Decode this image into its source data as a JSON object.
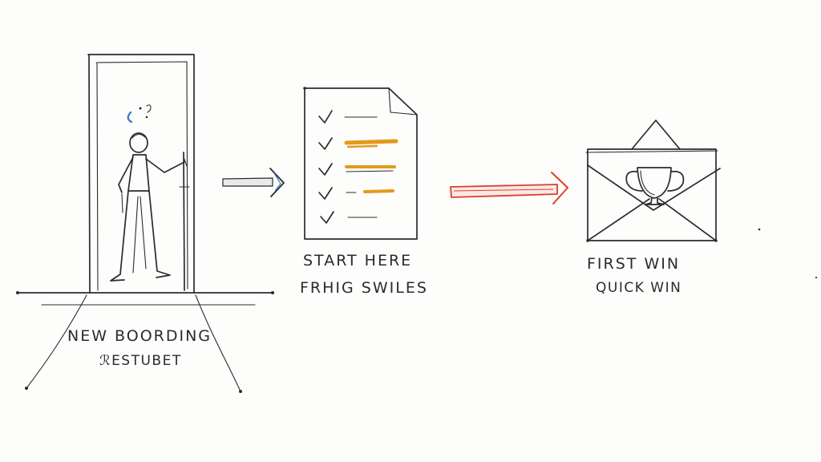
{
  "stages": [
    {
      "id": "door",
      "title": "NEW BOORDING",
      "subtitle": "ℛESTUBET"
    },
    {
      "id": "checklist",
      "title": "START HERE",
      "subtitle": "FRHIG SWILES"
    },
    {
      "id": "trophy",
      "title": "FIRST WIN",
      "subtitle": "QUICK WIN"
    }
  ],
  "colors": {
    "ink": "#2b2b2e",
    "highlight_orange": "#e39a1c",
    "arrow_red": "#d9412f",
    "thinking_blue": "#3a82c4",
    "arrow_gray": "#9aa0a8"
  },
  "icons": [
    "door-icon",
    "person-icon",
    "checklist-icon",
    "envelope-icon",
    "trophy-icon",
    "arrow-icon"
  ]
}
